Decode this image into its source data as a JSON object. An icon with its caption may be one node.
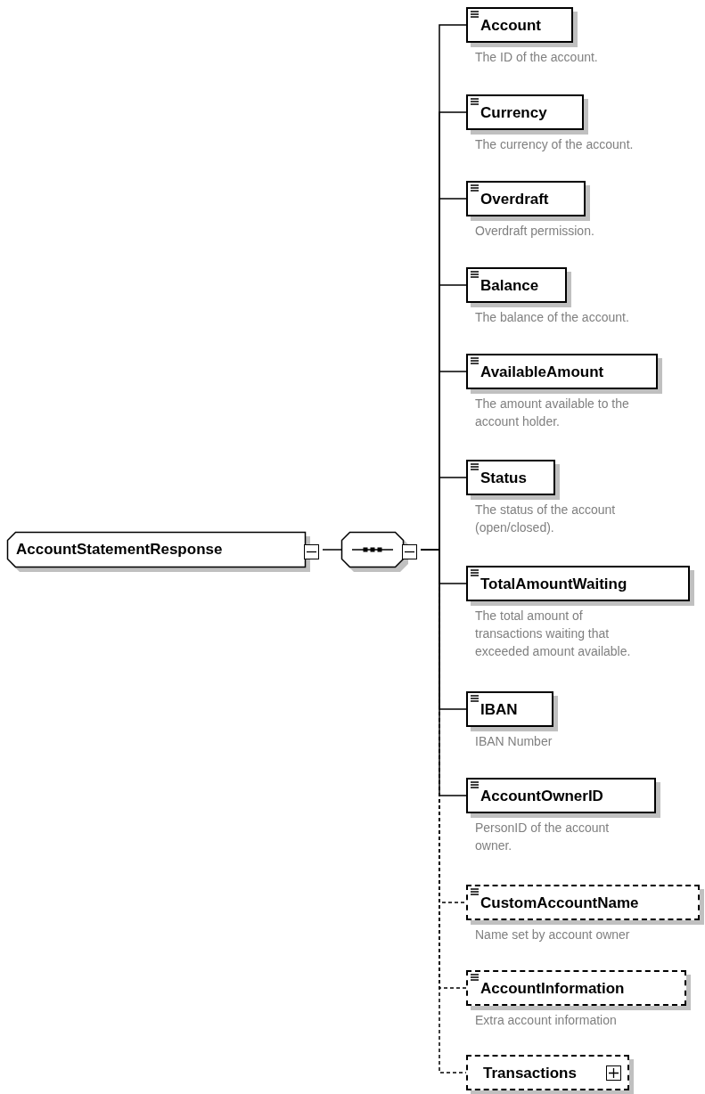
{
  "diagram": {
    "nodes": [
      {
        "text": [
          "AccountStatementResponse"
        ]
      },
      {
        "text": [],
        "shape": "octagon"
      },
      {
        "text": [
          "Account"
        ],
        "beside": [
          "The ID of the account."
        ]
      },
      {
        "text": [
          "Currency"
        ],
        "beside": [
          "The currency of the account."
        ]
      },
      {
        "text": [
          "Overdraft"
        ],
        "beside": [
          "Overdraft permission."
        ]
      },
      {
        "text": [
          "Balance"
        ],
        "beside": [
          "The balance of the account."
        ]
      },
      {
        "text": [
          "AvailableAmount"
        ],
        "beside": [
          "The amount available to the account holder."
        ]
      },
      {
        "text": [
          "Status"
        ],
        "beside": [
          "The status of the account (open/closed)."
        ]
      },
      {
        "text": [
          "TotalAmountWaiting"
        ],
        "beside": [
          "The total amount of transactions waiting that exceeded amount available."
        ]
      },
      {
        "text": [
          "IBAN"
        ],
        "beside": [
          "IBAN Number"
        ]
      },
      {
        "text": [
          "AccountOwnerID"
        ],
        "beside": [
          "PersonID of the account owner."
        ]
      },
      {
        "text": [
          "CustomAccountName"
        ],
        "beside": [
          "Name set by account owner"
        ]
      },
      {
        "text": [
          "AccountInformation"
        ],
        "beside": [
          "Extra account information"
        ]
      },
      {
        "text": [
          "Transactions"
        ]
      }
    ],
    "edges": [
      {
        "from": 0,
        "to": 1,
        "arrow": "none"
      },
      {
        "from": 1,
        "to": 2,
        "arrow": "none"
      },
      {
        "from": 1,
        "to": 3,
        "arrow": "none"
      },
      {
        "from": 1,
        "to": 4,
        "arrow": "none"
      },
      {
        "from": 1,
        "to": 5,
        "arrow": "none"
      },
      {
        "from": 1,
        "to": 6,
        "arrow": "none"
      },
      {
        "from": 1,
        "to": 7,
        "arrow": "none"
      },
      {
        "from": 1,
        "to": 8,
        "arrow": "none"
      },
      {
        "from": 1,
        "to": 9,
        "arrow": "none"
      },
      {
        "from": 1,
        "to": 10,
        "arrow": "none"
      },
      {
        "from": 1,
        "to": 11,
        "arrow": "none",
        "style": "dashed"
      },
      {
        "from": 1,
        "to": 12,
        "arrow": "none",
        "style": "dashed"
      },
      {
        "from": 1,
        "to": 13,
        "arrow": "none",
        "style": "dashed"
      }
    ]
  }
}
